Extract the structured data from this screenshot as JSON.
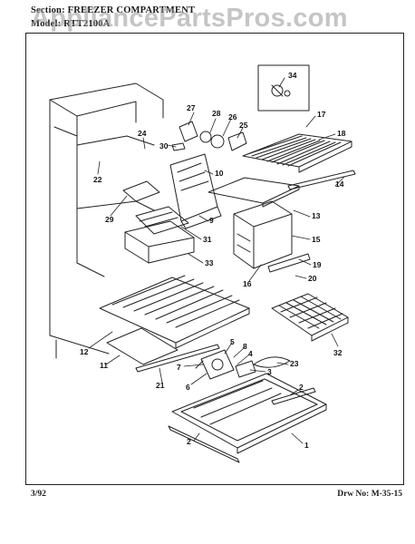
{
  "header": {
    "section_label": "Section:",
    "section_value": "FREEZER COMPARTMENT",
    "model_label": "Model:",
    "model_value": "RTT2100A"
  },
  "watermark": "AppliancePartsPros.com",
  "footer": {
    "date": "3/92",
    "drawing_label": "Drw No:",
    "drawing_number": "M-35-15"
  },
  "callouts": [
    "34",
    "27",
    "28",
    "26",
    "25",
    "17",
    "18",
    "24",
    "30",
    "22",
    "10",
    "14",
    "29",
    "9",
    "13",
    "31",
    "15",
    "33",
    "19",
    "16",
    "20",
    "32",
    "5",
    "8",
    "12",
    "4",
    "23",
    "7",
    "6",
    "3",
    "11",
    "21",
    "2",
    "2",
    "1"
  ]
}
